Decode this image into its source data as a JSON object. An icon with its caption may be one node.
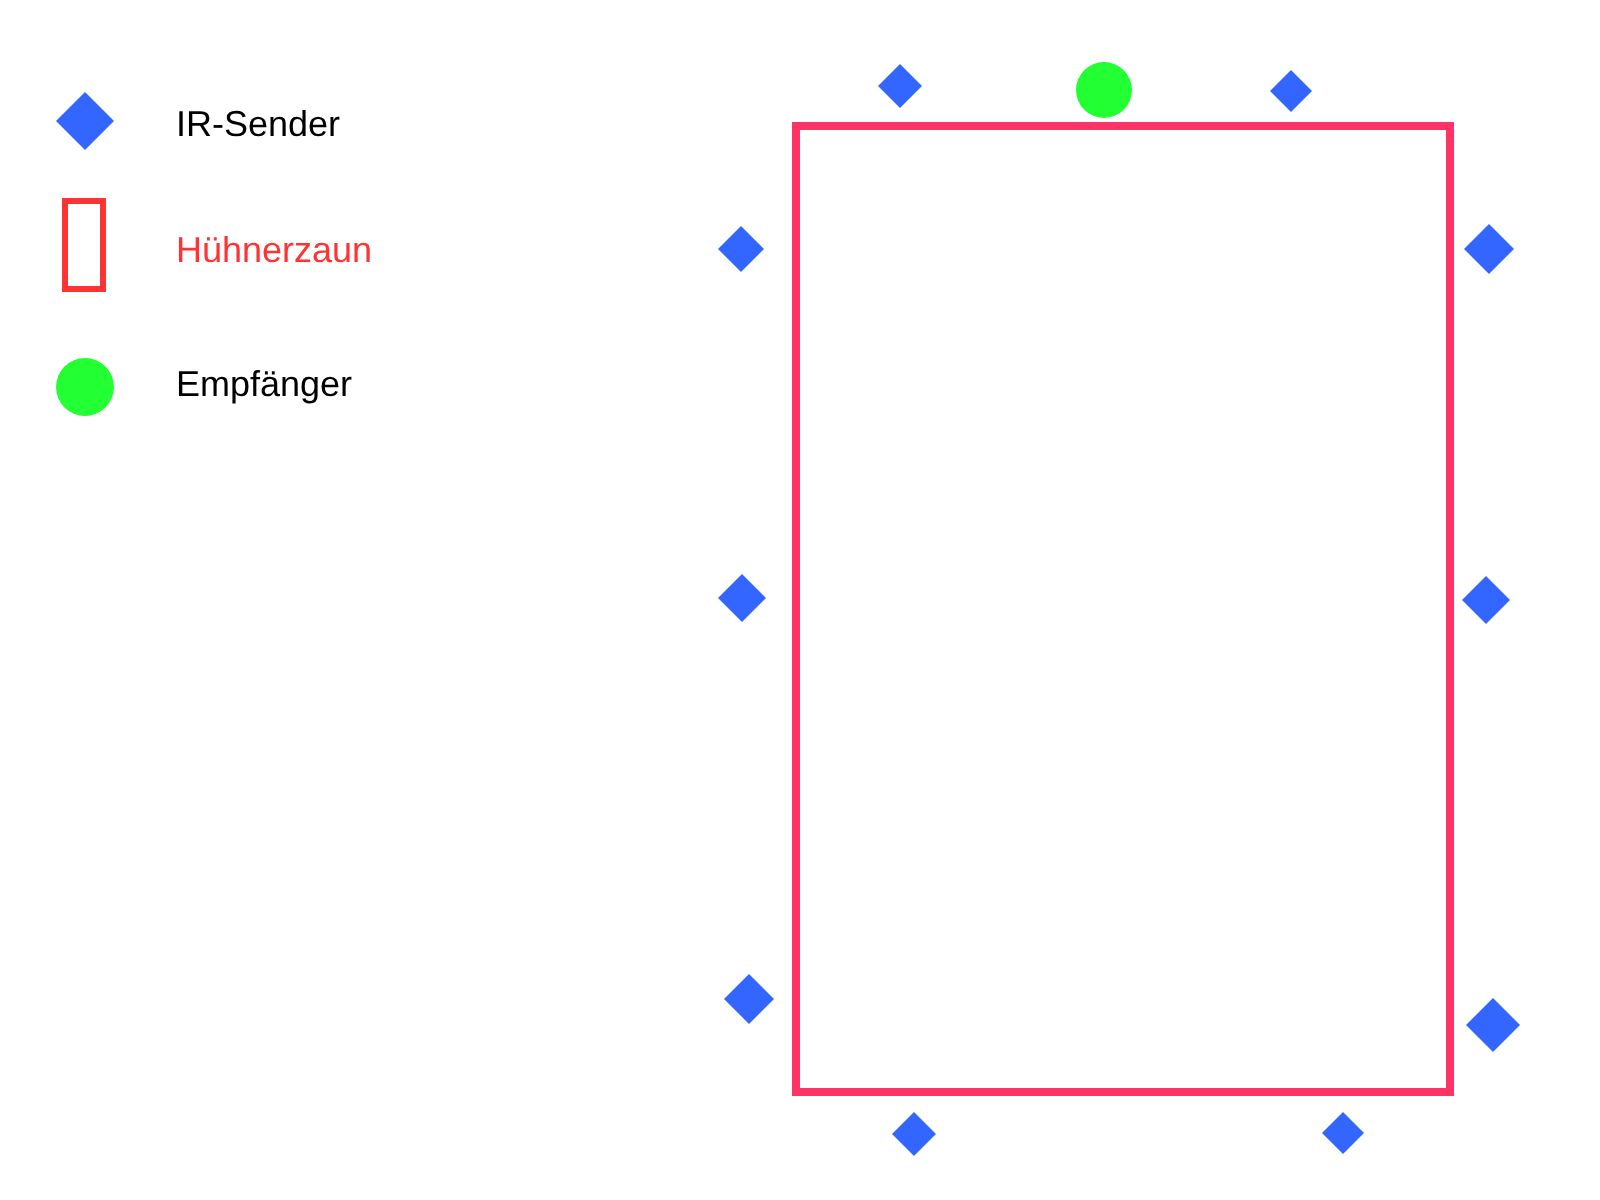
{
  "diagram": {
    "nodes": [
      {
        "text": [],
        "shape": "diamond"
      },
      {
        "text": [],
        "shape": "circle"
      },
      {
        "text": [],
        "shape": "diamond"
      },
      {
        "text": [],
        "shape": "box"
      },
      {
        "text": [],
        "shape": "diamond"
      },
      {
        "text": [],
        "shape": "diamond"
      },
      {
        "text": [],
        "shape": "diamond"
      },
      {
        "text": [],
        "shape": "diamond"
      },
      {
        "text": [],
        "shape": "diamond"
      },
      {
        "text": [],
        "shape": "diamond"
      },
      {
        "text": [],
        "shape": "diamond"
      },
      {
        "text": [],
        "shape": "diamond"
      }
    ],
    "legend": [
      {
        "text": "IR-Sender",
        "color": "#3366ff"
      },
      {
        "text": "Hühnerzaun",
        "color": "#ff3333"
      },
      {
        "text": "Empfänger",
        "color": "#22ff33"
      }
    ]
  }
}
